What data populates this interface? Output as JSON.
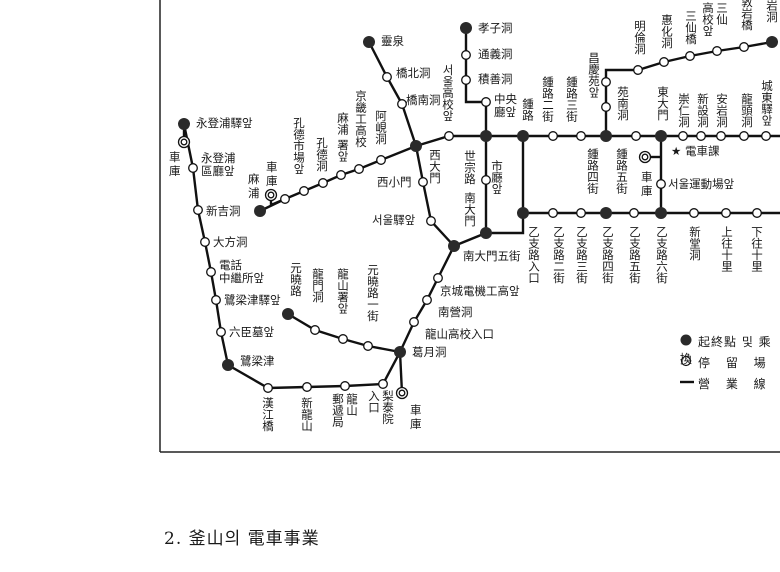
{
  "stations": {
    "yeongdeungpo": "永登浦驛앞",
    "depot_ydp": "車\n庫",
    "ydp_office": "永登浦\n區廳앞",
    "singil": "新吉洞",
    "daebang": "大方洞",
    "relay": "電話\n中繼所앞",
    "noryangjin_stn": "鷺梁津驛앞",
    "yuksin": "六臣墓앞",
    "noryangjin": "鷺梁津",
    "hangang": "漢江橋",
    "sinyongsan": "新龍山",
    "yongsan_post": "龍山\n郵遞局",
    "itaewon": "梨泰院\n入口",
    "depot_itaewon": "車\n庫",
    "depot_mapo": "車\n庫",
    "mapo": "麻\n浦",
    "gongdeok_market": "孔德市場앞",
    "gongdeok": "孔德洞",
    "mapo_police": "麻浦\n署앞",
    "gyeonggi_tech": "京畿工高校",
    "ahyeon": "阿峴洞",
    "yeongcheon": "靈泉",
    "gyobuk": "橋北洞",
    "gyonam": "橋南洞",
    "seoul_hs": "서울高校앞",
    "seodaemun": "西大門",
    "seosomun": "西小門",
    "seoul_stn": "서울驛앞",
    "hyoja": "孝子洞",
    "tongui": "通義洞",
    "jeokseon": "積善洞",
    "capitol": "中央\n廳앞",
    "sejongno": "世宗路",
    "namdaemun": "南大門",
    "cityhall": "市廳앞",
    "jongno": "鍾路",
    "jongno2": "鍾路二街",
    "jongno3": "鍾路三街",
    "changgyeong": "昌慶苑앞",
    "myeongnyun": "明倫洞",
    "hyehwa": "惠化洞",
    "samseon_br": "三仙橋",
    "samseon_hs": "三仙\n高校앞",
    "donam_br": "敦岩橋",
    "donam": "敦岩洞",
    "wonnam": "苑南洞",
    "dongdaemun": "東大門",
    "sungin": "崇仁洞",
    "sinseol": "新設洞",
    "anam": "安岩洞",
    "yongdu": "龍頭洞",
    "seongdong": "城東驛앞",
    "jongno4": "鍾路四街",
    "jongno5": "鍾路五街",
    "depot_ddm": "車\n庫",
    "stadium": "서울運動場앞",
    "tram_div": "★ 電車課",
    "namdaemun5": "南大門五街",
    "euljiro_ent": "乙支路入口",
    "euljiro2": "乙支路二街",
    "euljiro3": "乙支路三街",
    "euljiro4": "乙支路四街",
    "euljiro5": "乙支路五街",
    "euljiro6": "乙支路六街",
    "sindang": "新堂洞",
    "wangsimni_up": "上往十里",
    "wangsimni_down": "下往十里",
    "gyeongseong_tech": "京城電機工高앞",
    "namyeong": "南營洞",
    "yongsan_hs": "龍山高校入口",
    "galwol": "葛月洞",
    "wonhyoro": "元曉路",
    "yongmun": "龍門洞",
    "yongsan_police": "龍山署앞",
    "wonhyoro1": "元曉路一街"
  },
  "legend": {
    "terminal": "起終點 및 乘換",
    "stop": "停 留 場",
    "line": "營 業 線"
  },
  "caption": "2. 釜山의 電車事業"
}
